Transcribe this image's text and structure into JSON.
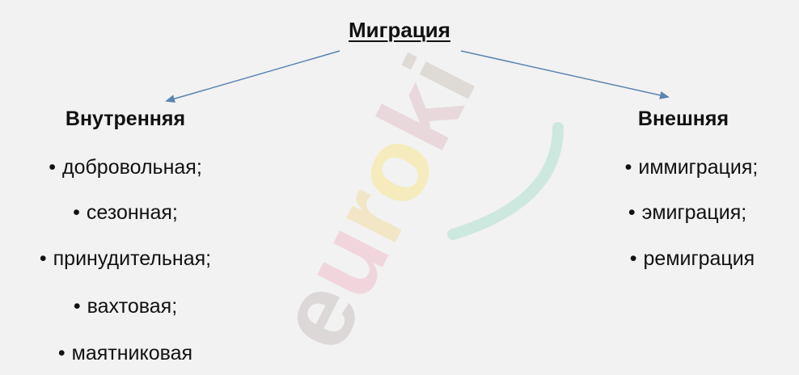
{
  "diagram": {
    "title": "Миграция",
    "left_branch": {
      "heading": "Внутренняя",
      "items": [
        "добровольная;",
        "сезонная;",
        "принудительная;",
        "вахтовая;",
        "маятниковая"
      ]
    },
    "right_branch": {
      "heading": "Внешняя",
      "items": [
        "иммиграция;",
        "эмиграция;",
        "ремиграция"
      ]
    },
    "bullet_glyph": "•",
    "arrow_color": "#5b84b1"
  },
  "watermark": {
    "text": "euroki",
    "colors": [
      "#dcd8d8",
      "#f0d6dc",
      "#f2e6c6",
      "#f5ebbd",
      "#e8d8dc",
      "#dedad6"
    ]
  }
}
